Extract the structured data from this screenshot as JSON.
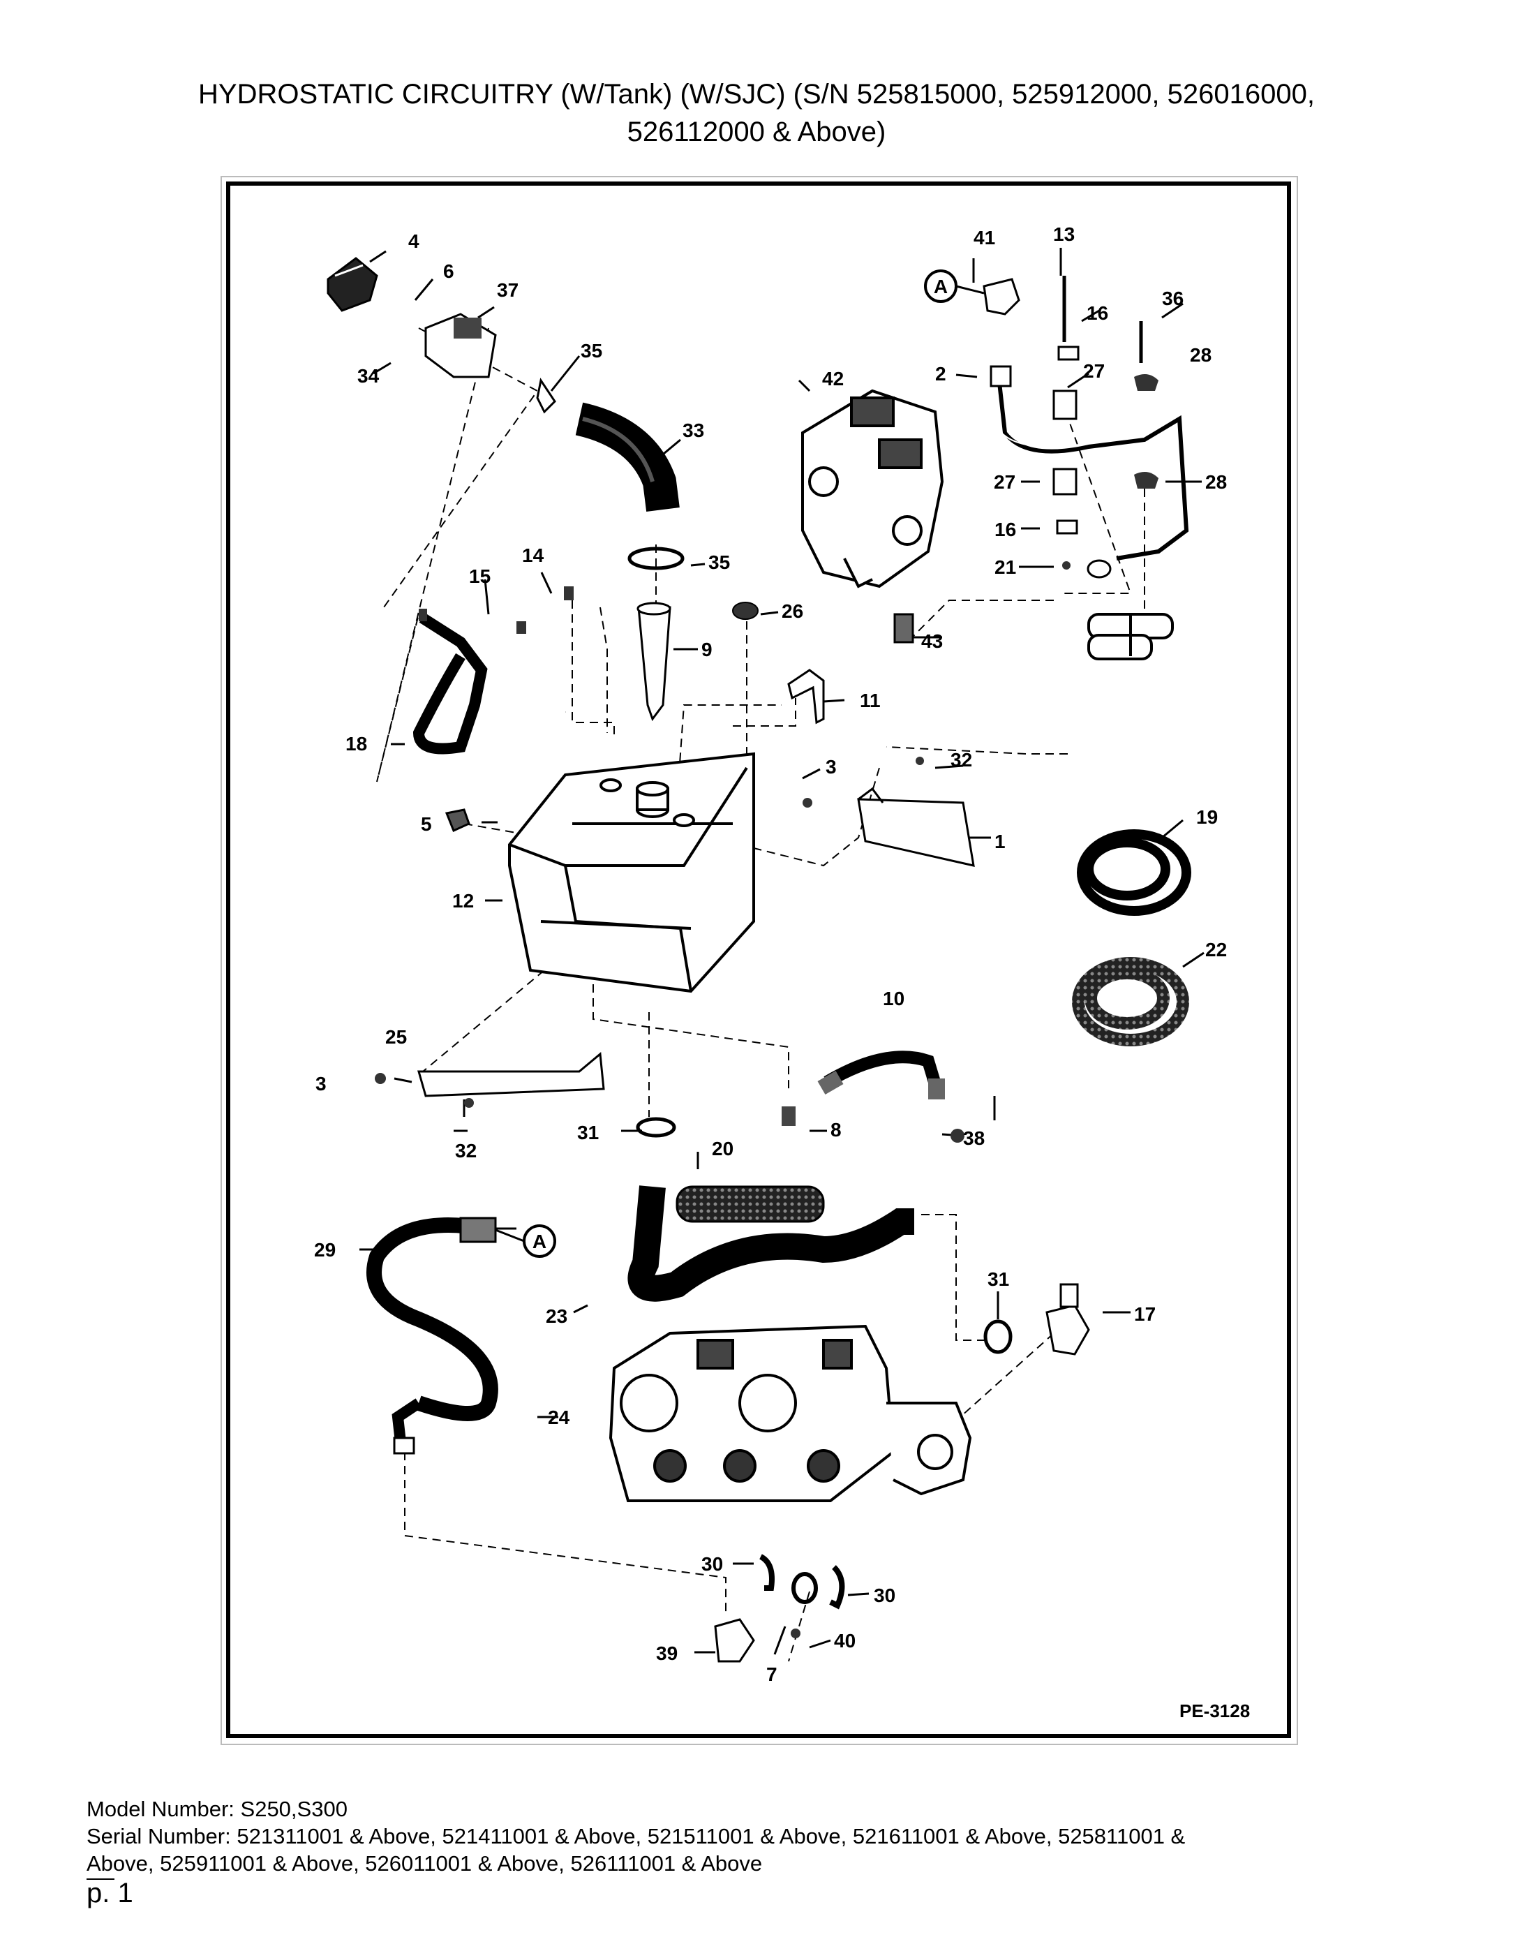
{
  "title": {
    "line1": "HYDROSTATIC CIRCUITRY (W/Tank) (W/SJC) (S/N 525815000, 525912000, 526016000,",
    "line2": "526112000 & Above)"
  },
  "diagram": {
    "drawing_code": "PE-3128",
    "connector_label": "A",
    "callouts": [
      "1",
      "2",
      "3",
      "3",
      "4",
      "5",
      "6",
      "7",
      "8",
      "9",
      "10",
      "11",
      "12",
      "13",
      "14",
      "15",
      "16",
      "16",
      "17",
      "18",
      "19",
      "20",
      "21",
      "22",
      "23",
      "24",
      "25",
      "26",
      "27",
      "27",
      "28",
      "28",
      "29",
      "30",
      "30",
      "31",
      "31",
      "32",
      "32",
      "33",
      "34",
      "35",
      "35",
      "36",
      "37",
      "38",
      "39",
      "40",
      "41",
      "42",
      "43"
    ]
  },
  "footer": {
    "model_number": "Model Number: S250,S300",
    "serial_line1": "Serial Number: 521311001 & Above, 521411001 & Above, 521511001 & Above, 521611001 & Above, 525811001 &",
    "serial_line2": "Above, 525911001 & Above, 526011001 & Above, 526111001 & Above"
  },
  "page": {
    "number": "p. 1"
  }
}
